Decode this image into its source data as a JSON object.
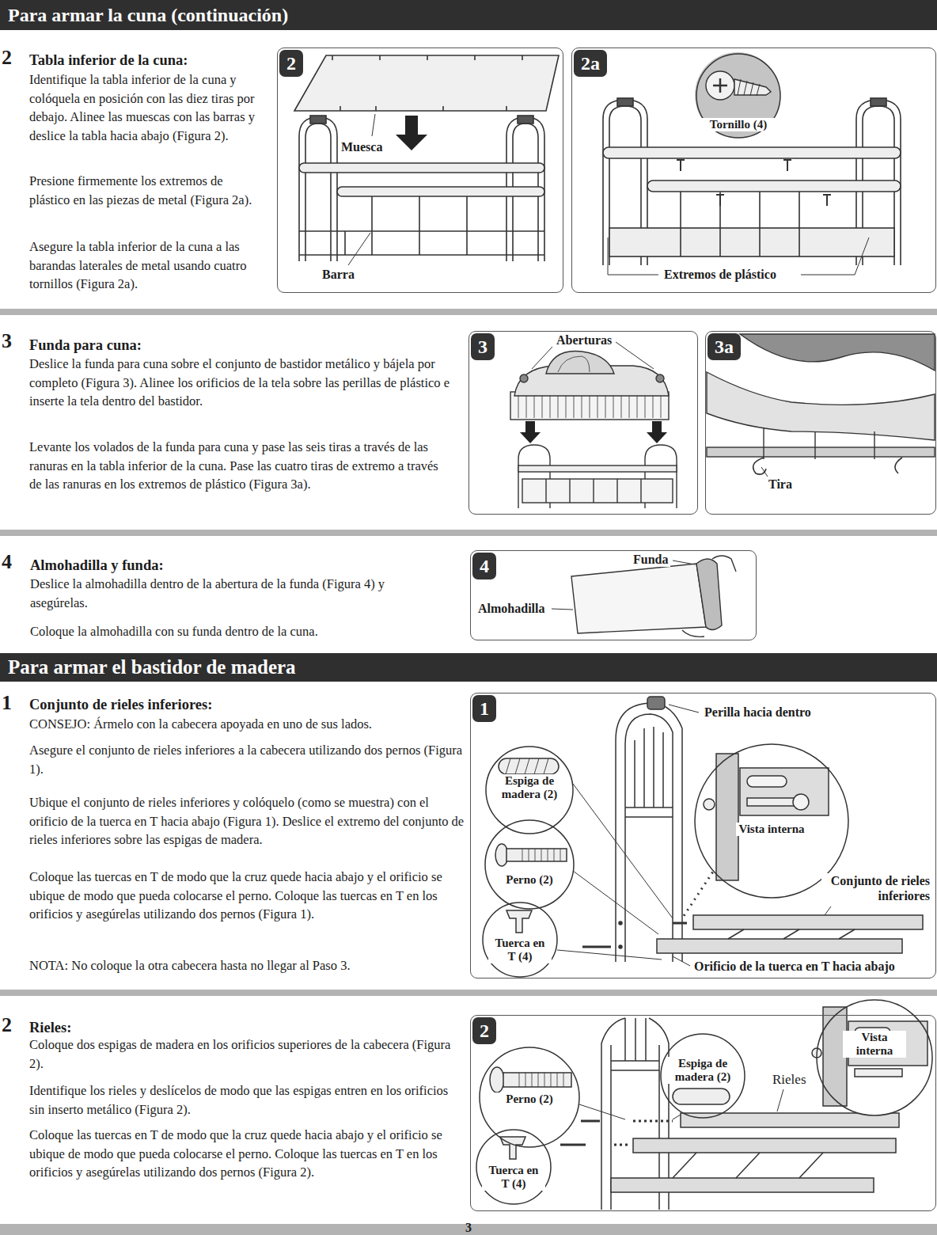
{
  "diagram": {
    "title": "Para armar la cuna (continuación)",
    "nodes": [
      {
        "text": [
          "2"
        ]
      },
      {
        "text": [
          "2a"
        ]
      },
      {
        "text": [
          "Tornillo (4)"
        ],
        "in": 1
      },
      {
        "text": [
          "3"
        ]
      },
      {
        "text": [
          "3a"
        ]
      },
      {
        "text": [
          "4"
        ]
      },
      {
        "text": [
          "Para armar el bastidor de madera"
        ]
      },
      {
        "text": [
          "1"
        ]
      },
      {
        "text": [
          "Espiga de madera (2)"
        ],
        "in": 7
      },
      {
        "text": [
          "Perno (2)"
        ],
        "in": 7
      },
      {
        "text": [
          "Tuerca en T (4)"
        ],
        "in": 7
      },
      {
        "text": [
          "Vista interna"
        ],
        "in": 7
      },
      {
        "text": [
          "2"
        ]
      },
      {
        "text": [
          "Perno (2)"
        ],
        "in": 12
      },
      {
        "text": [
          "Espiga de madera (2)"
        ],
        "in": 12
      },
      {
        "text": [
          "Vista interna"
        ],
        "in": 12
      },
      {
        "text": [
          "Tuerca en T (4)"
        ],
        "in": 12
      }
    ],
    "labels": [
      "2",
      "Tabla inferior de la cuna:",
      "Identifique la tabla inferior de la cuna y colóquela en posición con las diez tiras por debajo. Alinee las muescas con las barras y deslice la tabla hacia abajo (Figura 2).",
      "Presione firmemente los extremos de plástico en las piezas de metal (Figura 2a).",
      "Asegure la tabla inferior de la cuna a las barandas laterales de metal usando cuatro tornillos (Figura 2a).",
      "Muesca",
      "Barra",
      "Extremos de plástico",
      "3",
      "Funda para cuna:",
      "Deslice la funda para cuna sobre el conjunto de bastidor metálico y bájela por completo (Figura 3). Alinee los orificios de la tela sobre las perillas de plástico e inserte la tela dentro del bastidor.",
      "Levante los volados de la funda para cuna y pase las seis tiras a través de las ranuras en la tabla inferior de la cuna. Pase las cuatro tiras de extremo a través de las ranuras en los extremos de plástico (Figura 3a).",
      "Aberturas",
      "Tira",
      "4",
      "Almohadilla y funda:",
      "Deslice la almohadilla dentro de la abertura de la funda (Figura 4) y asegúrelas.",
      "Coloque la almohadilla con su funda dentro de la cuna.",
      "Funda",
      "Almohadilla",
      "1",
      "Conjunto de rieles inferiores:",
      "CONSEJO: Ármelo con la cabecera apoyada en uno de sus lados.",
      "Asegure el conjunto de rieles inferiores a la cabecera utilizando dos pernos (Figura 1).",
      "Ubique el conjunto de rieles inferiores y colóquelo (como se muestra) con el orificio de la tuerca en T hacia abajo (Figura 1). Deslice el extremo del conjunto de rieles inferiores sobre las espigas de madera.",
      "Coloque las tuercas en T de modo que la cruz quede hacia abajo y el orificio se ubique de modo que pueda colocarse el perno. Coloque las tuercas en T en los orificios y asegúrelas utilizando dos pernos (Figura 1).",
      "NOTA: No coloque la otra cabecera hasta no llegar al Paso 3.",
      "Perilla hacia dentro",
      "Conjunto de rieles inferiores",
      "Orificio de la tuerca en T hacia abajo",
      "2",
      "Rieles:",
      "Coloque dos espigas de madera en los orificios superiores de la cabecera (Figura 2).",
      "Identifique los rieles y deslícelos de modo que las espigas entren en los orificios sin inserto metálico (Figura 2).",
      "Coloque las tuercas en T de modo que la cruz quede hacia abajo y el orificio se ubique de modo que pueda colocarse el perno. Coloque las tuercas en T en los orificios y asegúrelas utilizando dos pernos (Figura 2).",
      "Rieles",
      "3"
    ]
  }
}
